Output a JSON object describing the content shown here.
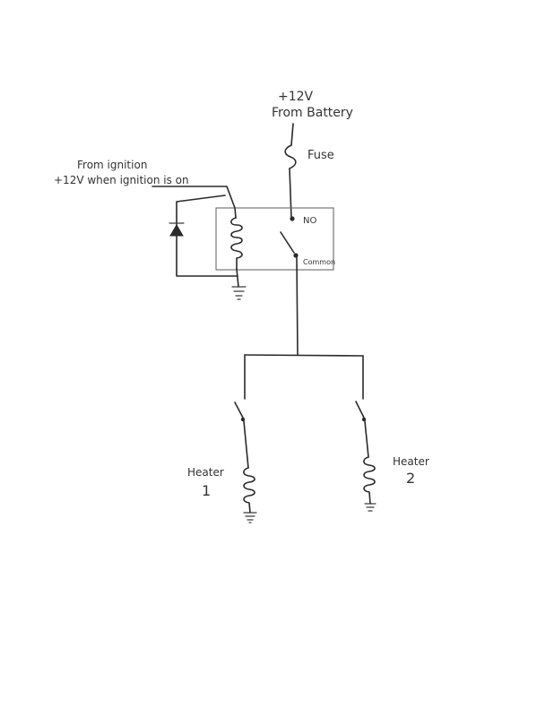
{
  "labels": {
    "battery_voltage": "+12V",
    "battery_source": "From Battery",
    "fuse": "Fuse",
    "ignition_line1": "From ignition",
    "ignition_line2": "+12V when ignition is on",
    "relay_no": "NO",
    "relay_common": "Common",
    "heater1_name": "Heater",
    "heater1_number": "1",
    "heater2_name": "Heater",
    "heater2_number": "2"
  },
  "colors": {
    "ink": "#2a2a2a",
    "paper": "#ffffff"
  }
}
